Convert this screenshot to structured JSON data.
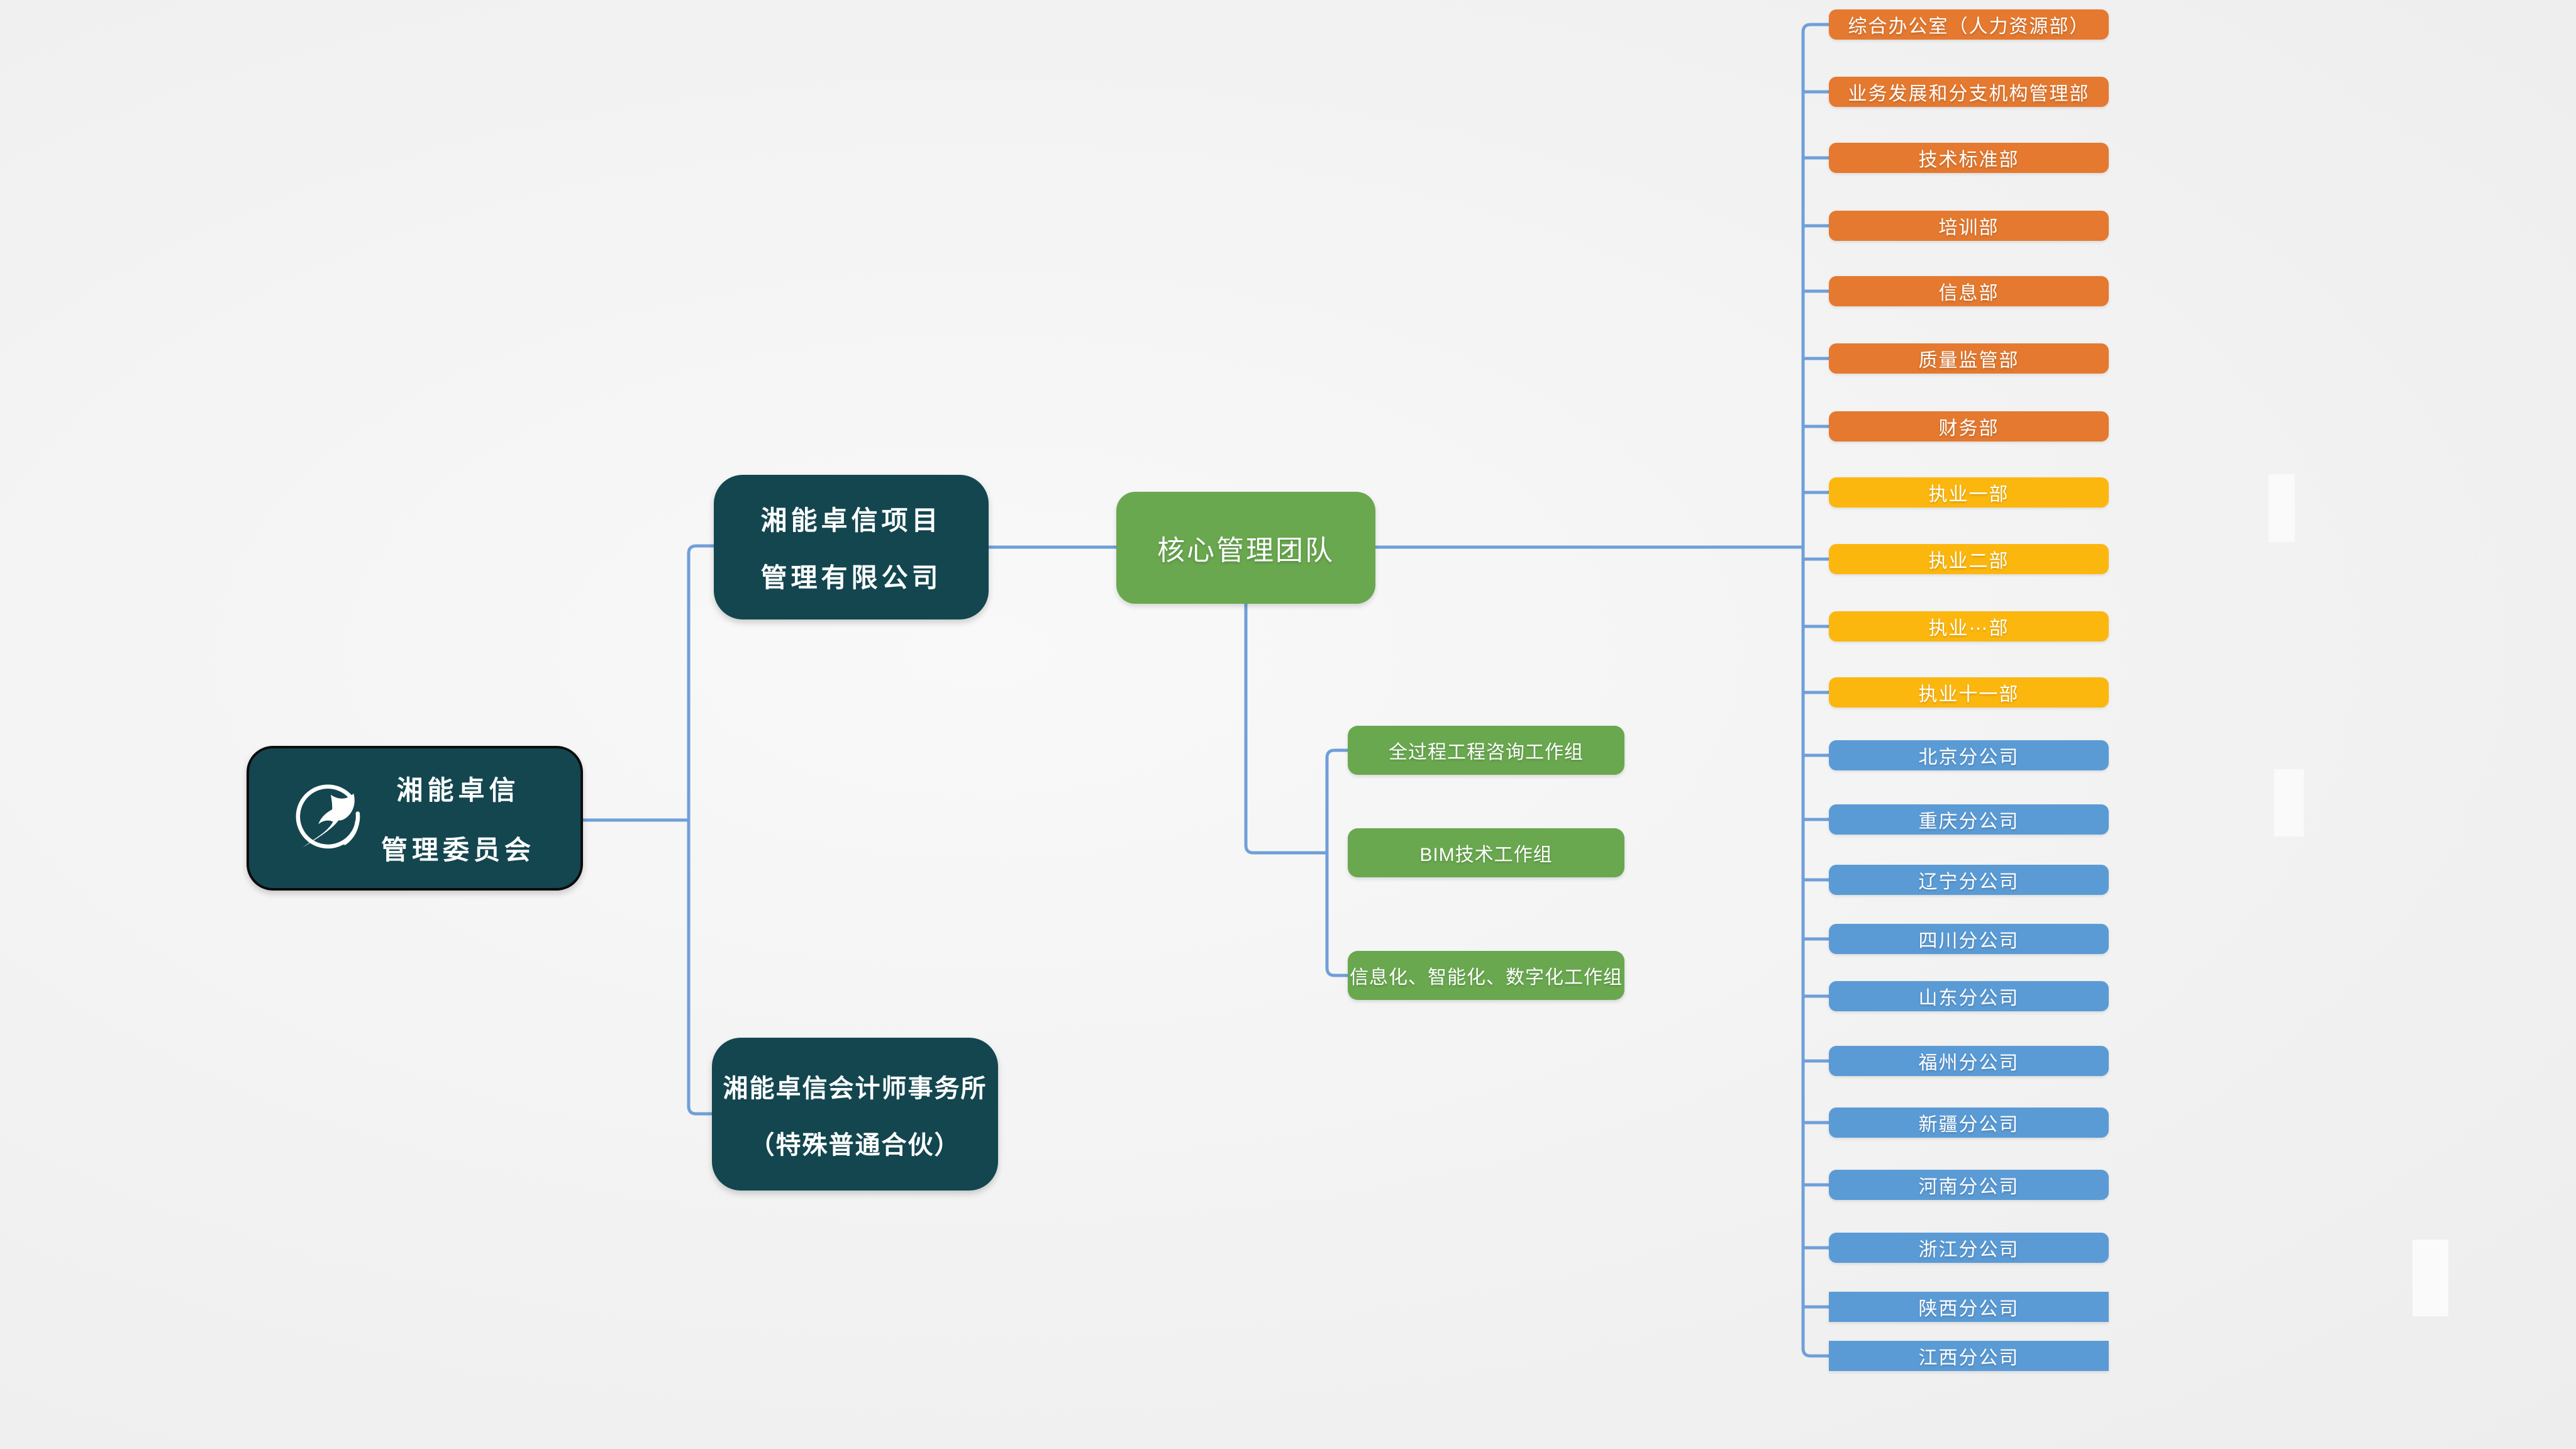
{
  "palette": {
    "background": "#F2F2F2",
    "connector": "#6F9FD8",
    "dark_teal": "#13464F",
    "green": "#69A84F",
    "function_orange": "#E4792F",
    "practice_gold": "#FCB70F",
    "branch_blue": "#5B9BD5",
    "text_white": "#FFFFFF"
  },
  "root": {
    "line1": "湘能卓信",
    "line2": "管理委员会",
    "logo": "bird-swoosh-circle-logo"
  },
  "subsidiaries": [
    {
      "line1": "湘能卓信项目",
      "line2": "管理有限公司"
    },
    {
      "line1": "湘能卓信会计师事务所",
      "line2": "（特殊普通合伙）"
    }
  ],
  "core_team": {
    "label": "核心管理团队"
  },
  "work_groups": [
    {
      "label": "全过程工程咨询工作组"
    },
    {
      "label": "BIM技术工作组"
    },
    {
      "label": "信息化、智能化、数字化工作组"
    }
  ],
  "departments": [
    {
      "label": "综合办公室（人力资源部）",
      "color_key": "function_orange"
    },
    {
      "label": "业务发展和分支机构管理部",
      "color_key": "function_orange"
    },
    {
      "label": "技术标准部",
      "color_key": "function_orange"
    },
    {
      "label": "培训部",
      "color_key": "function_orange"
    },
    {
      "label": "信息部",
      "color_key": "function_orange"
    },
    {
      "label": "质量监管部",
      "color_key": "function_orange"
    },
    {
      "label": "财务部",
      "color_key": "function_orange"
    },
    {
      "label": "执业一部",
      "color_key": "practice_gold"
    },
    {
      "label": "执业二部",
      "color_key": "practice_gold"
    },
    {
      "label": "执业⋯部",
      "color_key": "practice_gold"
    },
    {
      "label": "执业十一部",
      "color_key": "practice_gold"
    },
    {
      "label": "北京分公司",
      "color_key": "branch_blue"
    },
    {
      "label": "重庆分公司",
      "color_key": "branch_blue"
    },
    {
      "label": "辽宁分公司",
      "color_key": "branch_blue"
    },
    {
      "label": "四川分公司",
      "color_key": "branch_blue"
    },
    {
      "label": "山东分公司",
      "color_key": "branch_blue"
    },
    {
      "label": "福州分公司",
      "color_key": "branch_blue"
    },
    {
      "label": "新疆分公司",
      "color_key": "branch_blue"
    },
    {
      "label": "河南分公司",
      "color_key": "branch_blue"
    },
    {
      "label": "浙江分公司",
      "color_key": "branch_blue"
    },
    {
      "label": "陕西分公司",
      "color_key": "branch_blue"
    },
    {
      "label": "江西分公司",
      "color_key": "branch_blue"
    }
  ]
}
